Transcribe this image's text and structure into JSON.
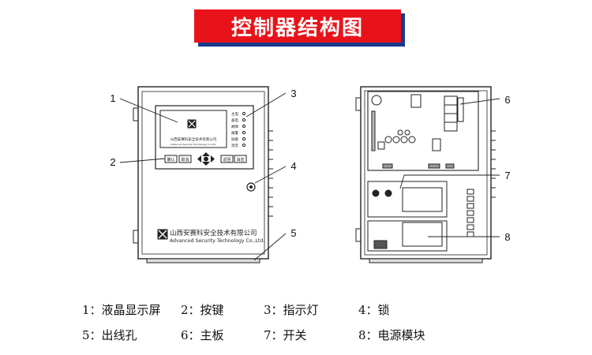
{
  "title": "控制器结构图",
  "front_panel": {
    "company_cn": "山西安赛科安全技术有限公司",
    "company_en": "Advanced Security Technology Co.,Ltd.",
    "indicators": [
      "主电",
      "备电",
      "故障",
      "报警",
      "屏蔽",
      "消音"
    ],
    "buttons": [
      "确认",
      "取消",
      "返回",
      "消音"
    ]
  },
  "callouts": [
    "1",
    "2",
    "3",
    "4",
    "5",
    "6",
    "7",
    "8"
  ],
  "legend": [
    [
      {
        "text": "1：液晶显示屏"
      },
      {
        "text": "2：按键"
      },
      {
        "text": "3：指示灯"
      },
      {
        "text": "4：锁"
      }
    ],
    [
      {
        "text": "5：出线孔"
      },
      {
        "text": "6：主板"
      },
      {
        "text": "7：开关"
      },
      {
        "text": "8：电源模块"
      }
    ]
  ],
  "colors": {
    "banner": "#e8131a",
    "banner_shadow": "#1a3a8a"
  }
}
